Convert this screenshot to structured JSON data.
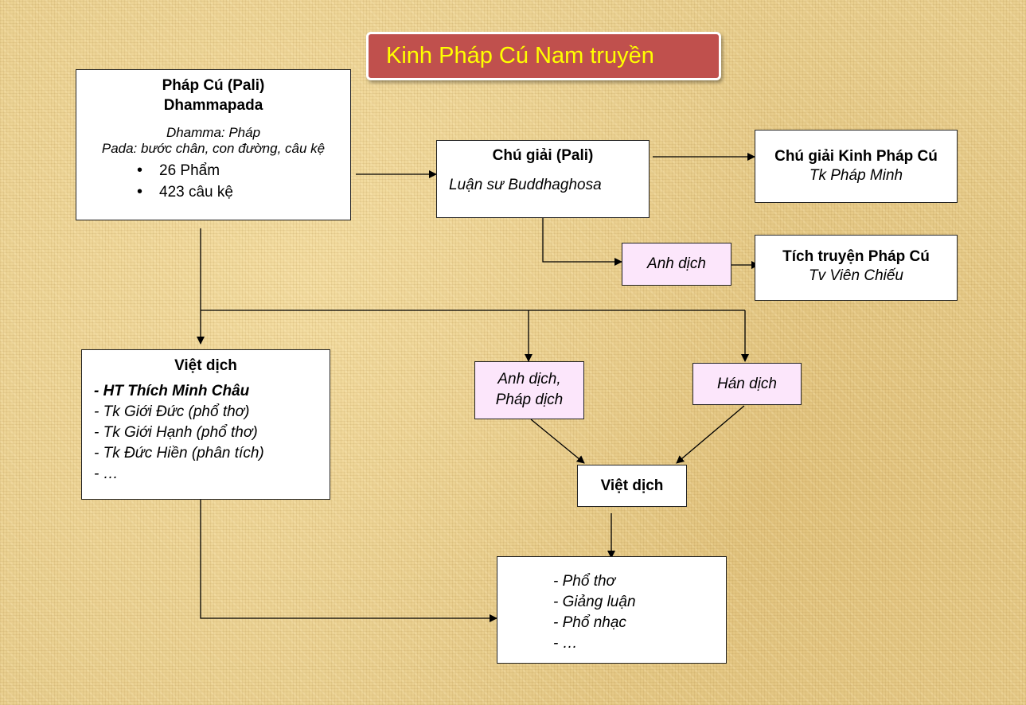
{
  "title": "Kinh Pháp Cú Nam truyền",
  "pali": {
    "title_line1": "Pháp Cú (Pali)",
    "title_line2": "Dhammapada",
    "def1": "Dhamma: Pháp",
    "def2": "Pada: bước chân, con đường, câu kệ",
    "bullets": [
      "26 Phẩm",
      "423 câu kệ"
    ]
  },
  "chu_giai": {
    "title": "Chú giải  (Pali)",
    "author": "Luận sư Buddhaghosa"
  },
  "chu_giai_kinh": {
    "title": "Chú giải  Kinh Pháp Cú",
    "author": "Tk Pháp Minh"
  },
  "anh_dich_top": "Anh dịch",
  "tich_truyen": {
    "title": "Tích truyện  Pháp Cú",
    "author": "Tv Viên Chiếu"
  },
  "viet_dich_left": {
    "title": "Việt dịch",
    "items": [
      "- HT Thích  Minh Châu",
      "- Tk Giới Đức (phổ thơ)",
      "- Tk Giới Hạnh (phổ thơ)",
      "- Tk Đức Hiền (phân tích)",
      "- …"
    ]
  },
  "anh_phap": {
    "line1": "Anh dịch,",
    "line2": "Pháp dịch"
  },
  "han_dich": "Hán dịch",
  "viet_dich_center": "Việt dịch",
  "outputs": [
    "- Phổ thơ",
    "- Giảng luận",
    "- Phổ nhạc",
    "- …"
  ],
  "colors": {
    "title_bg": "#c0504d",
    "title_text": "#ffff00",
    "pink_box": "#fce6fb",
    "background": "#e9cf8f"
  }
}
